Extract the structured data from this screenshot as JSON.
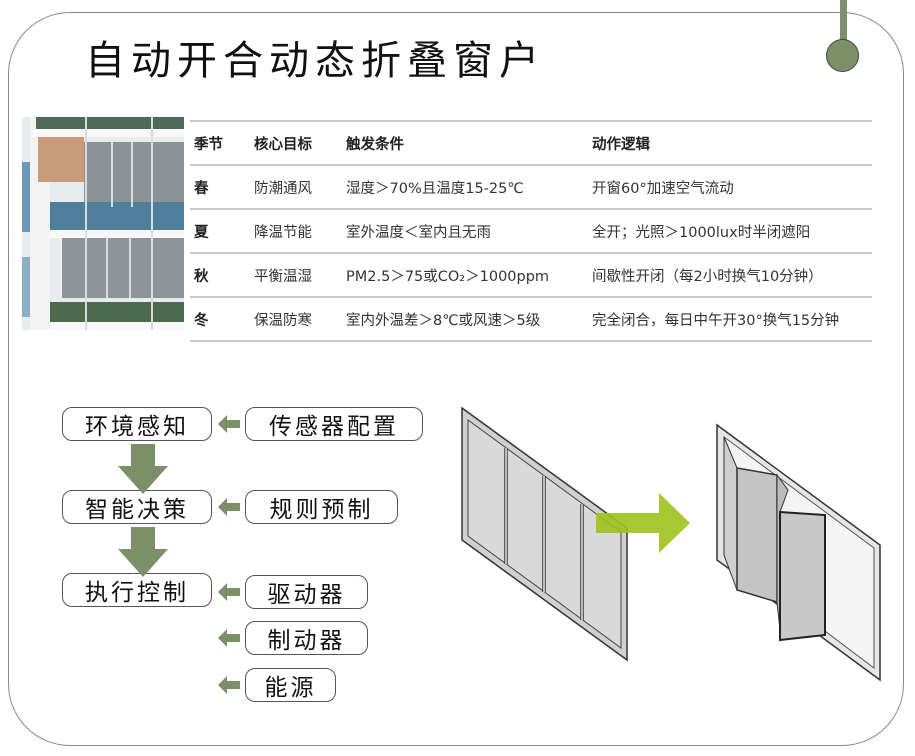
{
  "title": "自动开合动态折叠窗户",
  "table": {
    "headers": [
      "季节",
      "核心目标",
      "触发条件",
      "动作逻辑"
    ],
    "rows": [
      [
        "春",
        "防潮通风",
        "湿度＞70%且温度15-25℃",
        "开窗60°加速空气流动"
      ],
      [
        "夏",
        "降温节能",
        "室外温度＜室内且无雨",
        "全开；光照＞1000lux时半闭遮阳"
      ],
      [
        "秋",
        "平衡温湿",
        "PM2.5＞75或CO₂＞1000ppm",
        "间歇性开闭（每2小时换气10分钟）"
      ],
      [
        "冬",
        "保温防寒",
        "室内外温差＞8℃或风速＞5级",
        "完全闭合，每日中午开30°换气15分钟"
      ]
    ]
  },
  "flow": {
    "main": [
      "环境感知",
      "智能决策",
      "执行控制"
    ],
    "inputs": [
      "传感器配置",
      "规则预制",
      "驱动器",
      "制动器",
      "能源"
    ]
  },
  "colors": {
    "accent": "#7b9068",
    "arrow_green": "#9dc21a",
    "frame": "#8a8a8a"
  }
}
